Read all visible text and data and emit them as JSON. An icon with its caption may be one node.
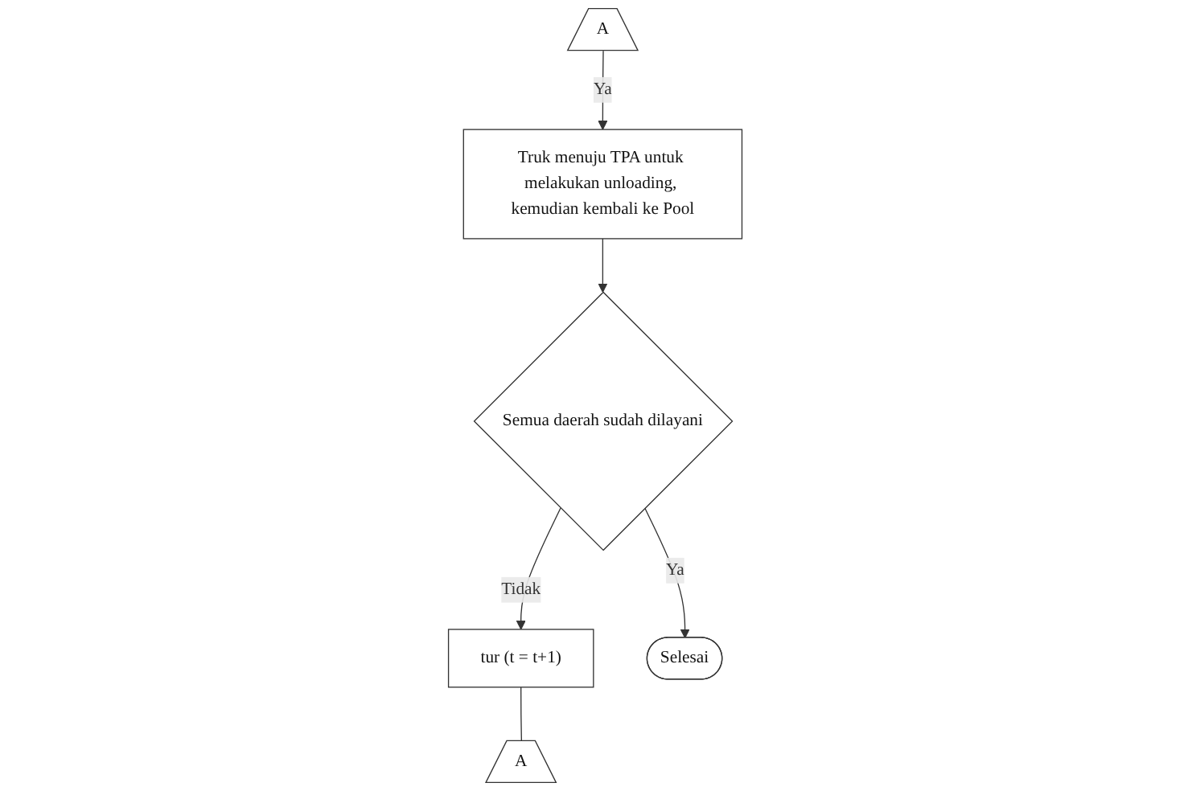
{
  "diagram": {
    "nodes": [
      {
        "text": [
          "A"
        ]
      },
      {
        "text": [
          "A"
        ]
      },
      {
        "text": [
          "Truk menuju TPA untuk melakukan unloading, kemudian kembali ke Pool"
        ]
      },
      {
        "text": [
          "Semua daerah sudah dilayani"
        ]
      },
      {
        "text": [
          "tur (t = t+1)"
        ]
      },
      {
        "text": [
          "Selesai"
        ]
      }
    ],
    "edges": [
      {
        "from": 0,
        "to": 2,
        "arrow": "to",
        "label": "Ya"
      },
      {
        "from": 2,
        "to": 3,
        "arrow": "to"
      },
      {
        "from": 3,
        "to": 4,
        "arrow": "to",
        "label": "Tidak"
      },
      {
        "from": 4,
        "to": 1,
        "arrow": "none"
      },
      {
        "from": 3,
        "to": 5,
        "arrow": "to",
        "label": "Ya"
      }
    ]
  }
}
